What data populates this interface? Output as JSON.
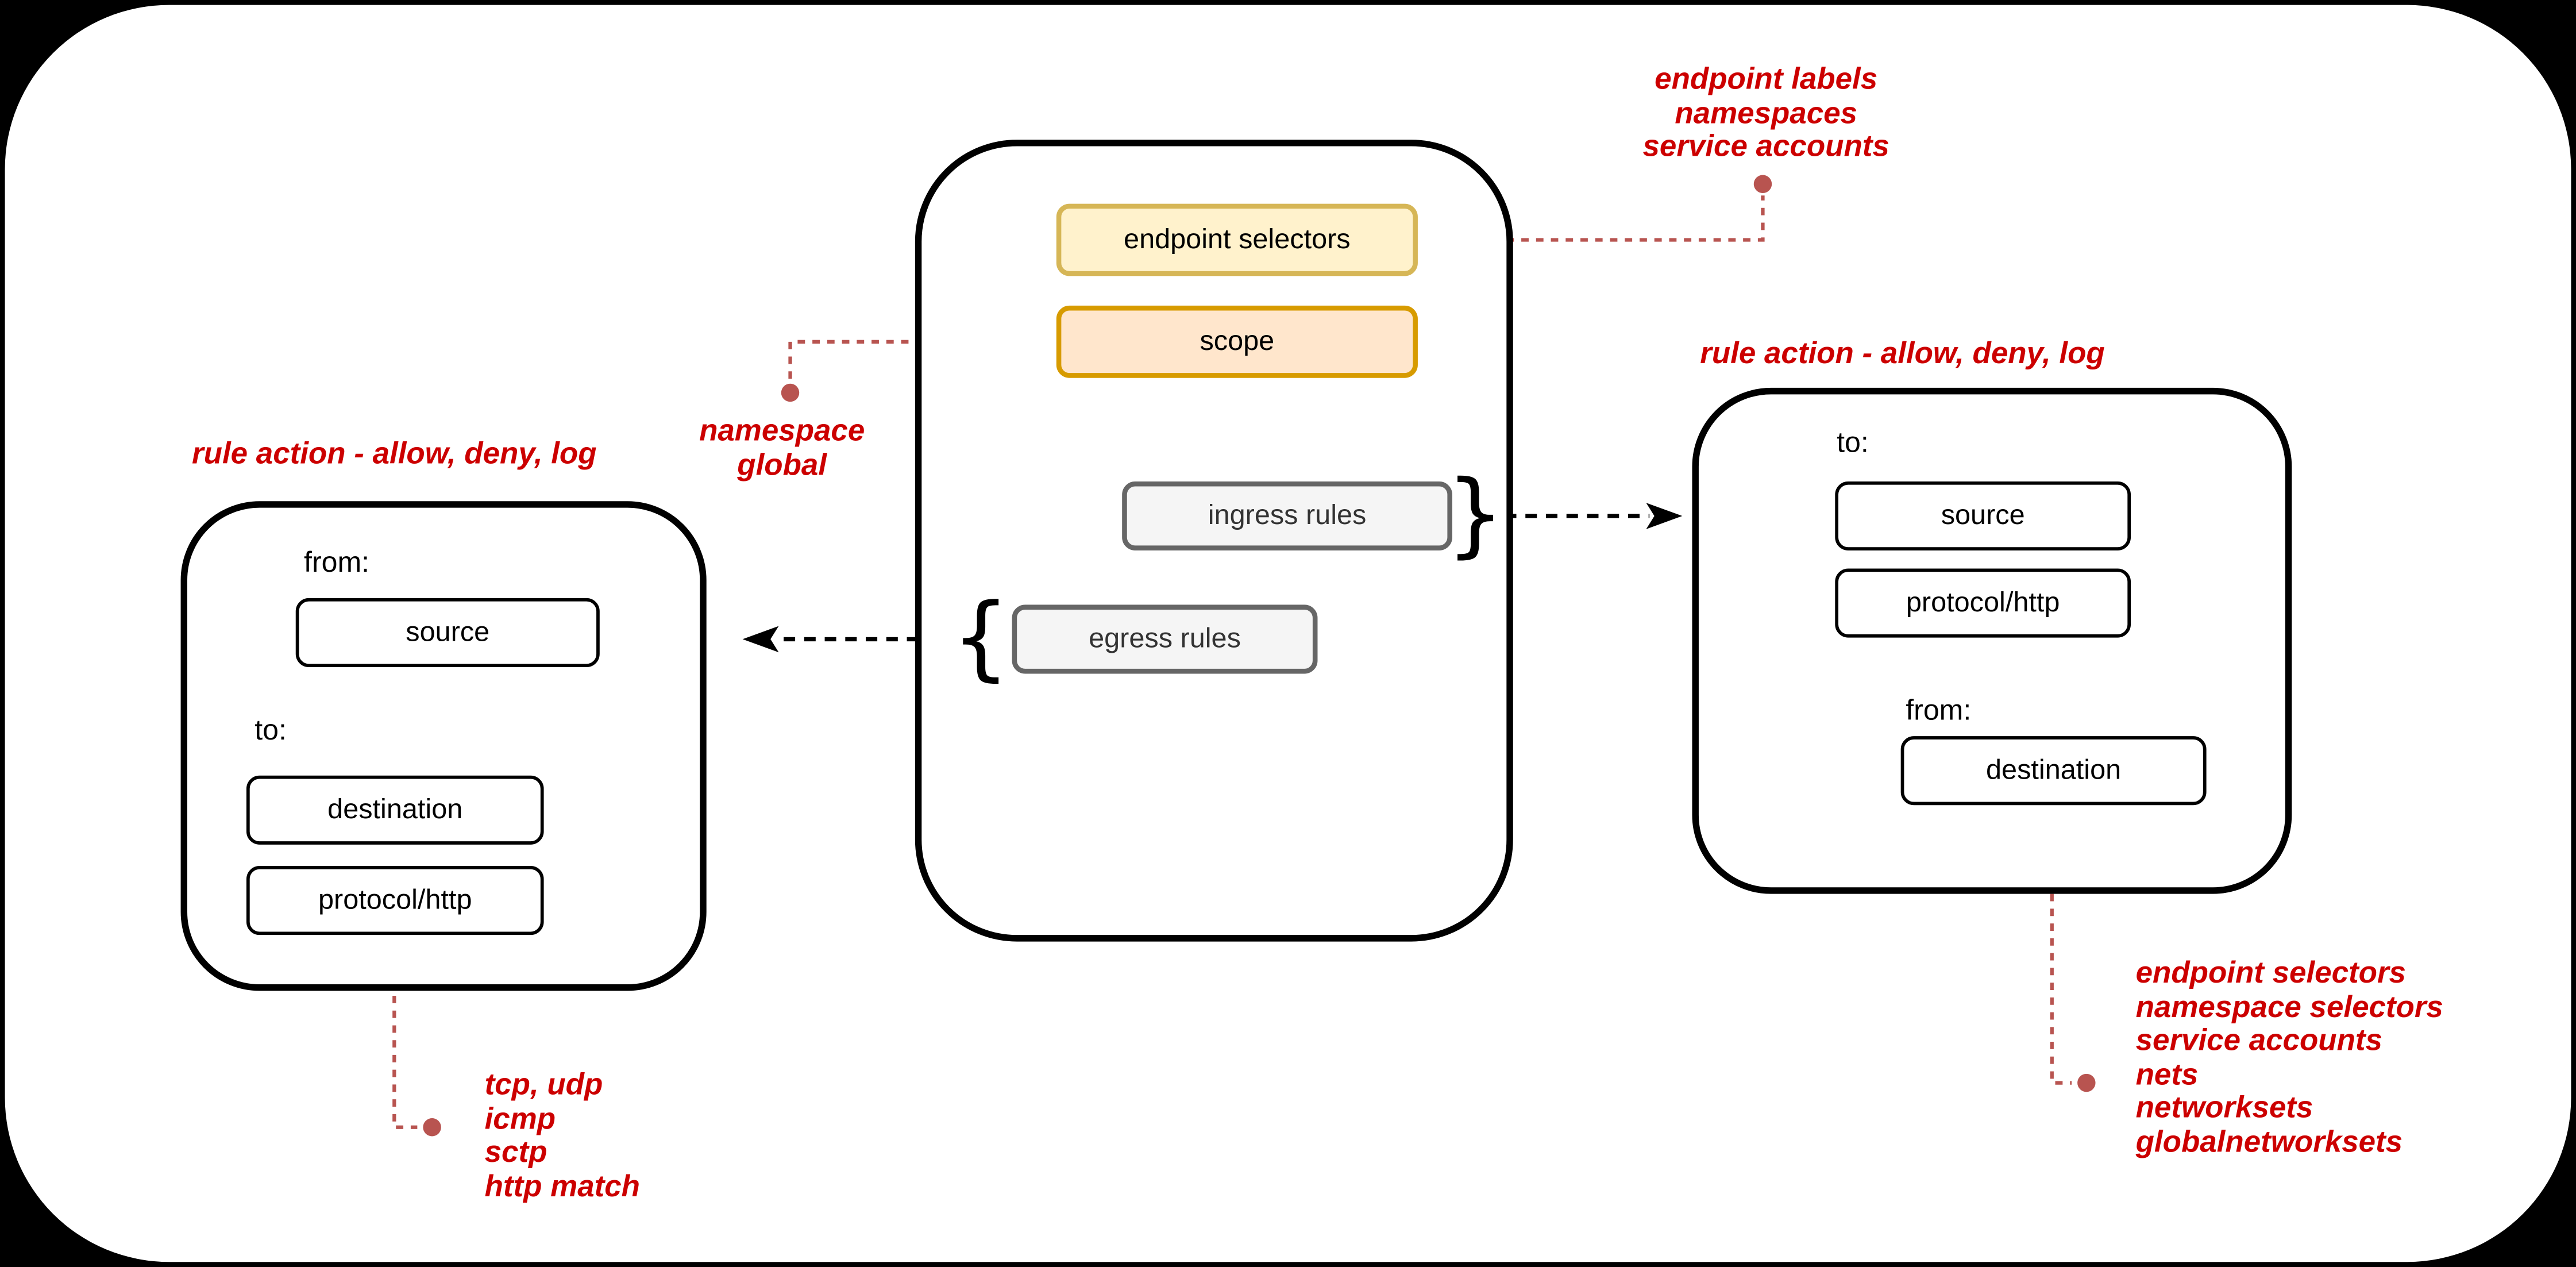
{
  "colors": {
    "red": "#cc0000",
    "rose": "#b85450",
    "black": "#000000",
    "yellow_fill": "#fff2cc",
    "yellow_stroke": "#d6b656",
    "orange_fill": "#ffe6cc",
    "orange_stroke": "#d79b00",
    "gray_fill": "#f5f5f5",
    "gray_stroke": "#666666",
    "gray_text": "#333333"
  },
  "policy": {
    "endpoint_selectors": "endpoint selectors",
    "scope": "scope",
    "ingress_rules": "ingress rules",
    "egress_rules": "egress rules",
    "brace_close": "}",
    "brace_open": "{"
  },
  "egress_detail": {
    "title": "rule action - allow, deny, log",
    "from_label": "from:",
    "source": "source",
    "to_label": "to:",
    "destination": "destination",
    "protocol": "protocol/http"
  },
  "ingress_detail": {
    "title": "rule action - allow, deny, log",
    "to_label": "to:",
    "source": "source",
    "protocol": "protocol/http",
    "from_label": "from:",
    "destination": "destination"
  },
  "annotations": {
    "endpoint_note": {
      "lines": [
        "endpoint labels",
        "namespaces",
        "service accounts"
      ]
    },
    "scope_note": {
      "lines": [
        "namespace",
        "global"
      ]
    },
    "protocol_note": {
      "lines": [
        "tcp, udp",
        "icmp",
        "sctp",
        "http match"
      ]
    },
    "destination_note": {
      "lines": [
        "endpoint selectors",
        "namespace selectors",
        "service accounts",
        "nets",
        "networksets",
        "globalnetworksets"
      ]
    }
  }
}
